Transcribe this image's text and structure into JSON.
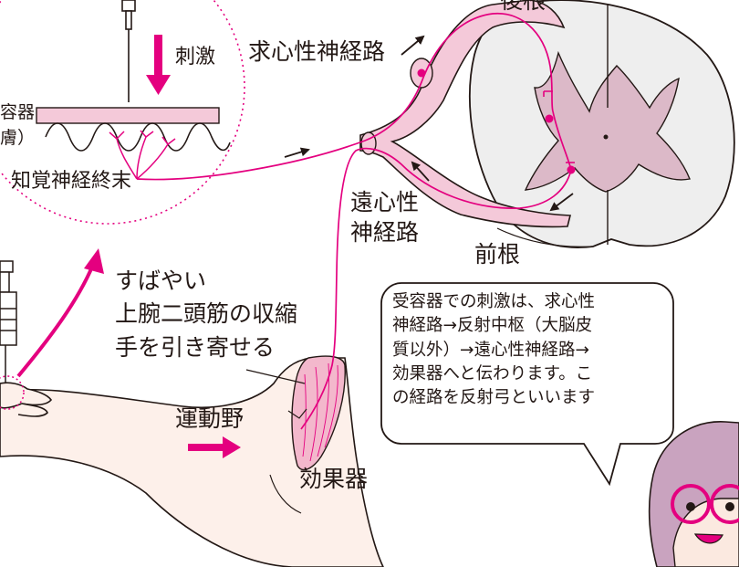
{
  "labels": {
    "stimulus": "刺激",
    "receptor": "容器",
    "skin": "膚）",
    "sensory_nerve_ending": "知覚神経終末",
    "afferent_path": "求心性神経路",
    "dorsal_root": "後根",
    "efferent_path": "遠心性\n神経路",
    "ventral_root": "前根",
    "reflex_action": "すばやい\n上腕二頭筋の収縮\n手を引き寄せる",
    "motor_field": "運動野",
    "effector": "効果器"
  },
  "bubble": {
    "text": "受容器での刺激は、求心性\n神経路→反射中枢（大脳皮\n質以外）→遠心性神経路→\n効果器へと伝わります。こ\nの経路を反射弓といいます"
  },
  "colors": {
    "accent": "#e4007f",
    "nerve_fill": "#f4c9d9",
    "gray_matter": "#dcb9c8",
    "white_matter": "#eeeeee",
    "ink": "#231815",
    "arm": "#fdf0ea",
    "muscle": "#f3b8cc"
  }
}
